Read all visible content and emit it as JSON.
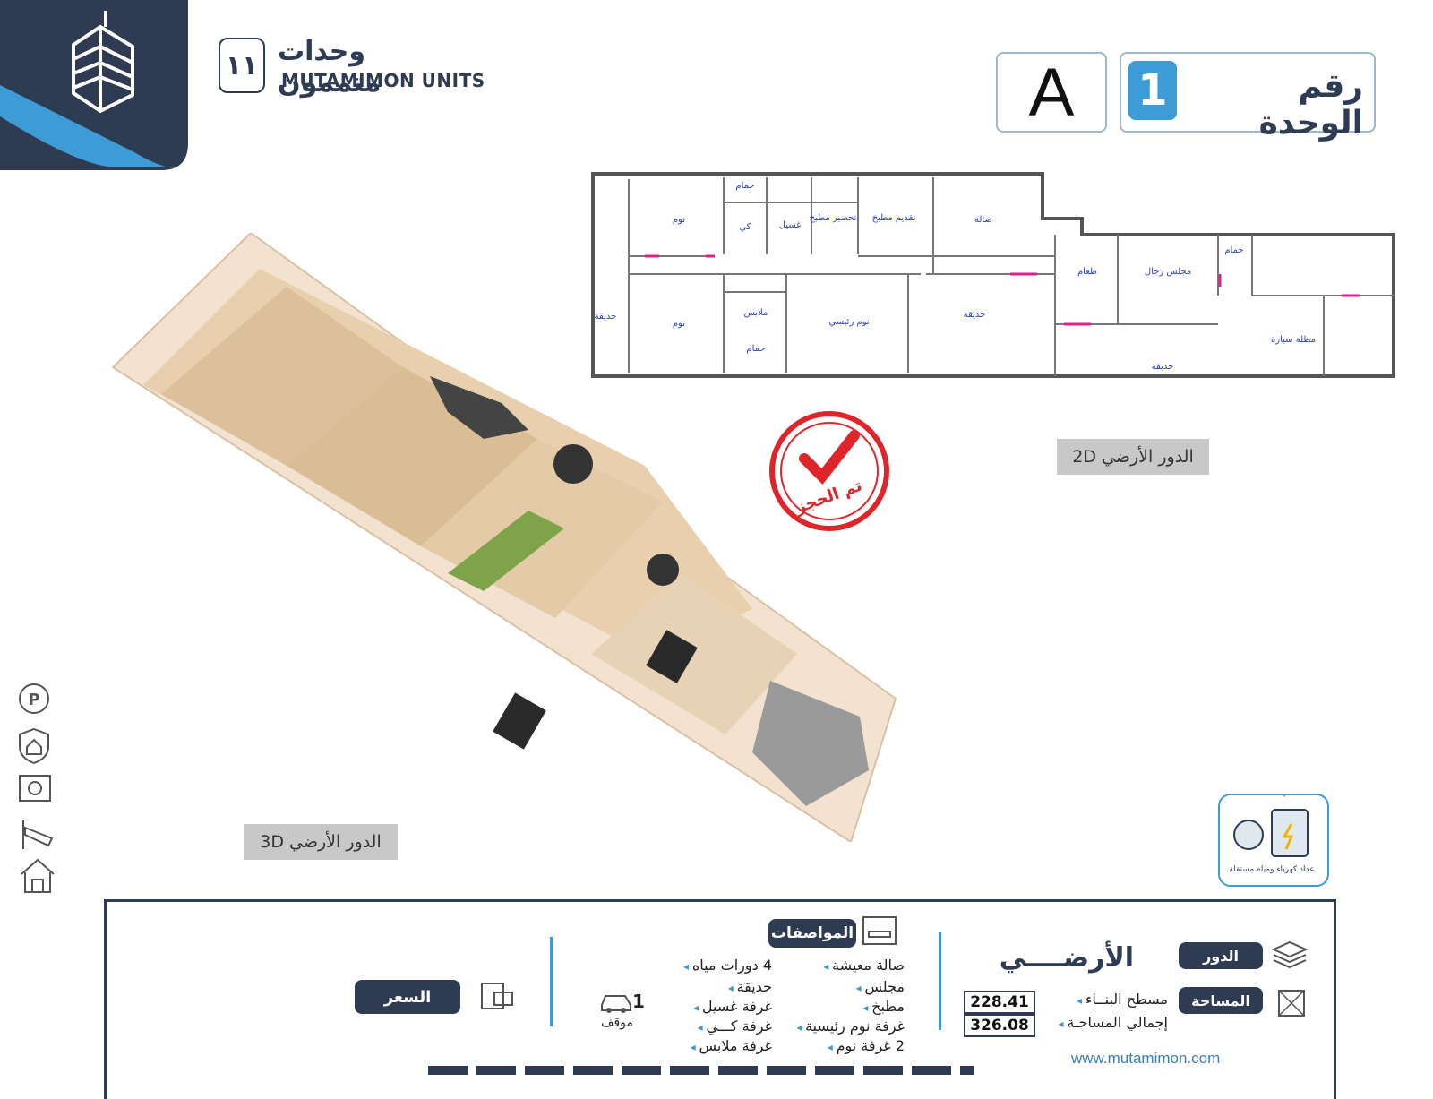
{
  "brand": {
    "logo_number": "١١",
    "name_ar": "وحدات متممون",
    "name_en": "MUTAMIMON UNITS"
  },
  "unit": {
    "label": "رقم الوحدة",
    "number": "1",
    "letter": "A"
  },
  "plan2d": {
    "tag": "الدور الأرضي 2D",
    "rooms": [
      "نوم",
      "حمام",
      "كي",
      "غسيل",
      "تحضير مطبخ",
      "تقديم مطبخ",
      "صالة",
      "طعام",
      "مجلس رجال",
      "نوم",
      "ملابس",
      "حمام",
      "نوم رئيسي",
      "حديقة",
      "حديقة",
      "حديقة",
      "مظلة سيارة",
      "حمام"
    ]
  },
  "plan3d": {
    "tag": "الدور الأرضي 3D"
  },
  "stamp": {
    "text": "تم الحجز"
  },
  "meter": {
    "label": "عداد كهرباء ومياه مستقلة"
  },
  "specs": {
    "floor_label": "الدور",
    "floor_value": "الأرضــــي",
    "area_label": "المساحة",
    "build_label": "مسطح البنــاء",
    "build_value": "228.41",
    "total_label": "إجمالي المساحـة",
    "total_value": "326.08",
    "features_title": "المواصفات",
    "features_right": [
      "صالة معيشة",
      "مجلس",
      "مطبخ",
      "غرفة نوم رئيسية",
      "2 غرفة نوم"
    ],
    "features_left": [
      "4 دورات مياه",
      "حديقة",
      "غرفة غسيل",
      "غرفة كـــي",
      "غرفة ملابس"
    ],
    "parking_count": "1",
    "parking_label": "موقف",
    "price_label": "السعر",
    "url": "www.mutamimon.com"
  },
  "colors": {
    "navy": "#2f3b52",
    "accent": "#3d9bd6",
    "stamp": "#e0252a"
  }
}
